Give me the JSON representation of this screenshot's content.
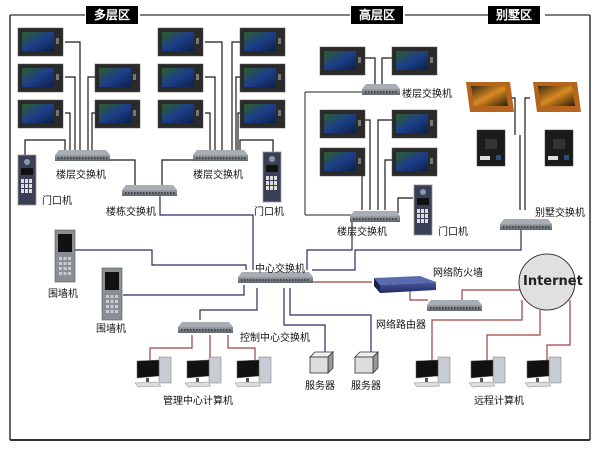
{
  "zones": {
    "multi_floor": "多层区",
    "high_rise": "高层区",
    "villa": "别墅区"
  },
  "labels": {
    "floor_switch": "楼层交换机",
    "building_switch": "楼栋交换机",
    "door_station": "门口机",
    "wall_station": "围墙机",
    "center_switch": "中心交换机",
    "control_center_switch": "控制中心交换机",
    "management_pcs": "管理中心计算机",
    "server": "服务器",
    "firewall": "网络防火墙",
    "router": "网络路由器",
    "villa_switch": "别墅交换机",
    "internet": "Internet",
    "remote_pcs": "远程计算机"
  },
  "colors": {
    "border": "#333333",
    "line_dark": "#1a1a1a",
    "line_navy": "#2b2b5e",
    "line_red": "#a04040",
    "zone_bg": "#000000",
    "internet_fill": "#e0e0e0"
  }
}
